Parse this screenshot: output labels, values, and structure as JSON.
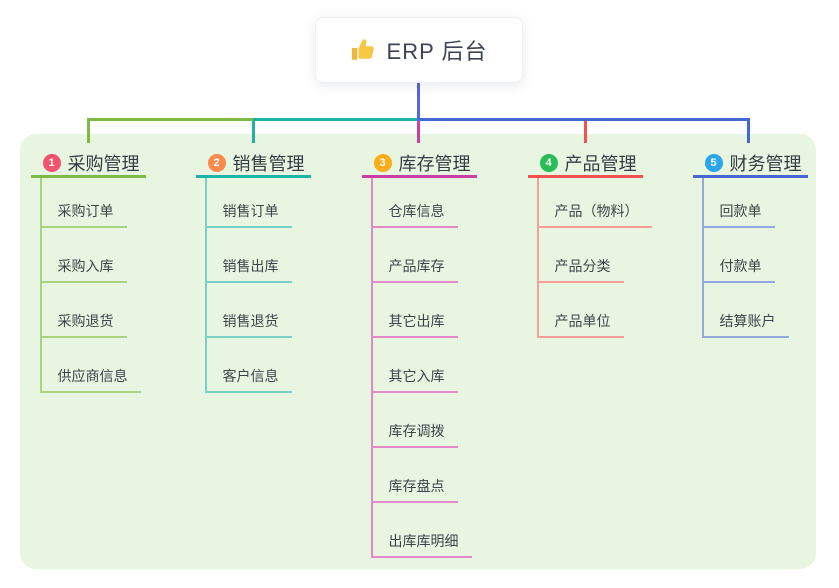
{
  "canvas": {
    "background": "#ffffff",
    "panel_background": "#e8f5e0"
  },
  "root": {
    "label": "ERP 后台",
    "icon": "thumbs-up-icon",
    "stem_color": "#5468d6"
  },
  "branches": [
    {
      "num": "1",
      "label": "采购管理",
      "colors": {
        "main": "#7cba45",
        "light": "#abd37f",
        "badge": "#f4526e"
      },
      "children": [
        "采购订单",
        "采购入库",
        "采购退货",
        "供应商信息"
      ]
    },
    {
      "num": "2",
      "label": "销售管理",
      "colors": {
        "main": "#1db3a8",
        "light": "#79d0c9",
        "badge": "#fb8a4d"
      },
      "children": [
        "销售订单",
        "销售出库",
        "销售退货",
        "客户信息"
      ]
    },
    {
      "num": "3",
      "label": "库存管理",
      "colors": {
        "main": "#ca3fa6",
        "light": "#e38bc9",
        "badge": "#fbad1a"
      },
      "children": [
        "仓库信息",
        "产品库存",
        "其它出库",
        "其它入库",
        "库存调拨",
        "库存盘点",
        "出库库明细"
      ]
    },
    {
      "num": "4",
      "label": "产品管理",
      "colors": {
        "main": "#f6514f",
        "light": "#f89d99",
        "badge": "#2abd57"
      },
      "children": [
        "产品（物料）",
        "产品分类",
        "产品单位"
      ]
    },
    {
      "num": "5",
      "label": "财务管理",
      "colors": {
        "main": "#4467d4",
        "light": "#94a8e0",
        "badge": "#2aa7ea"
      },
      "children": [
        "回款单",
        "付款单",
        "结算账户"
      ]
    }
  ]
}
